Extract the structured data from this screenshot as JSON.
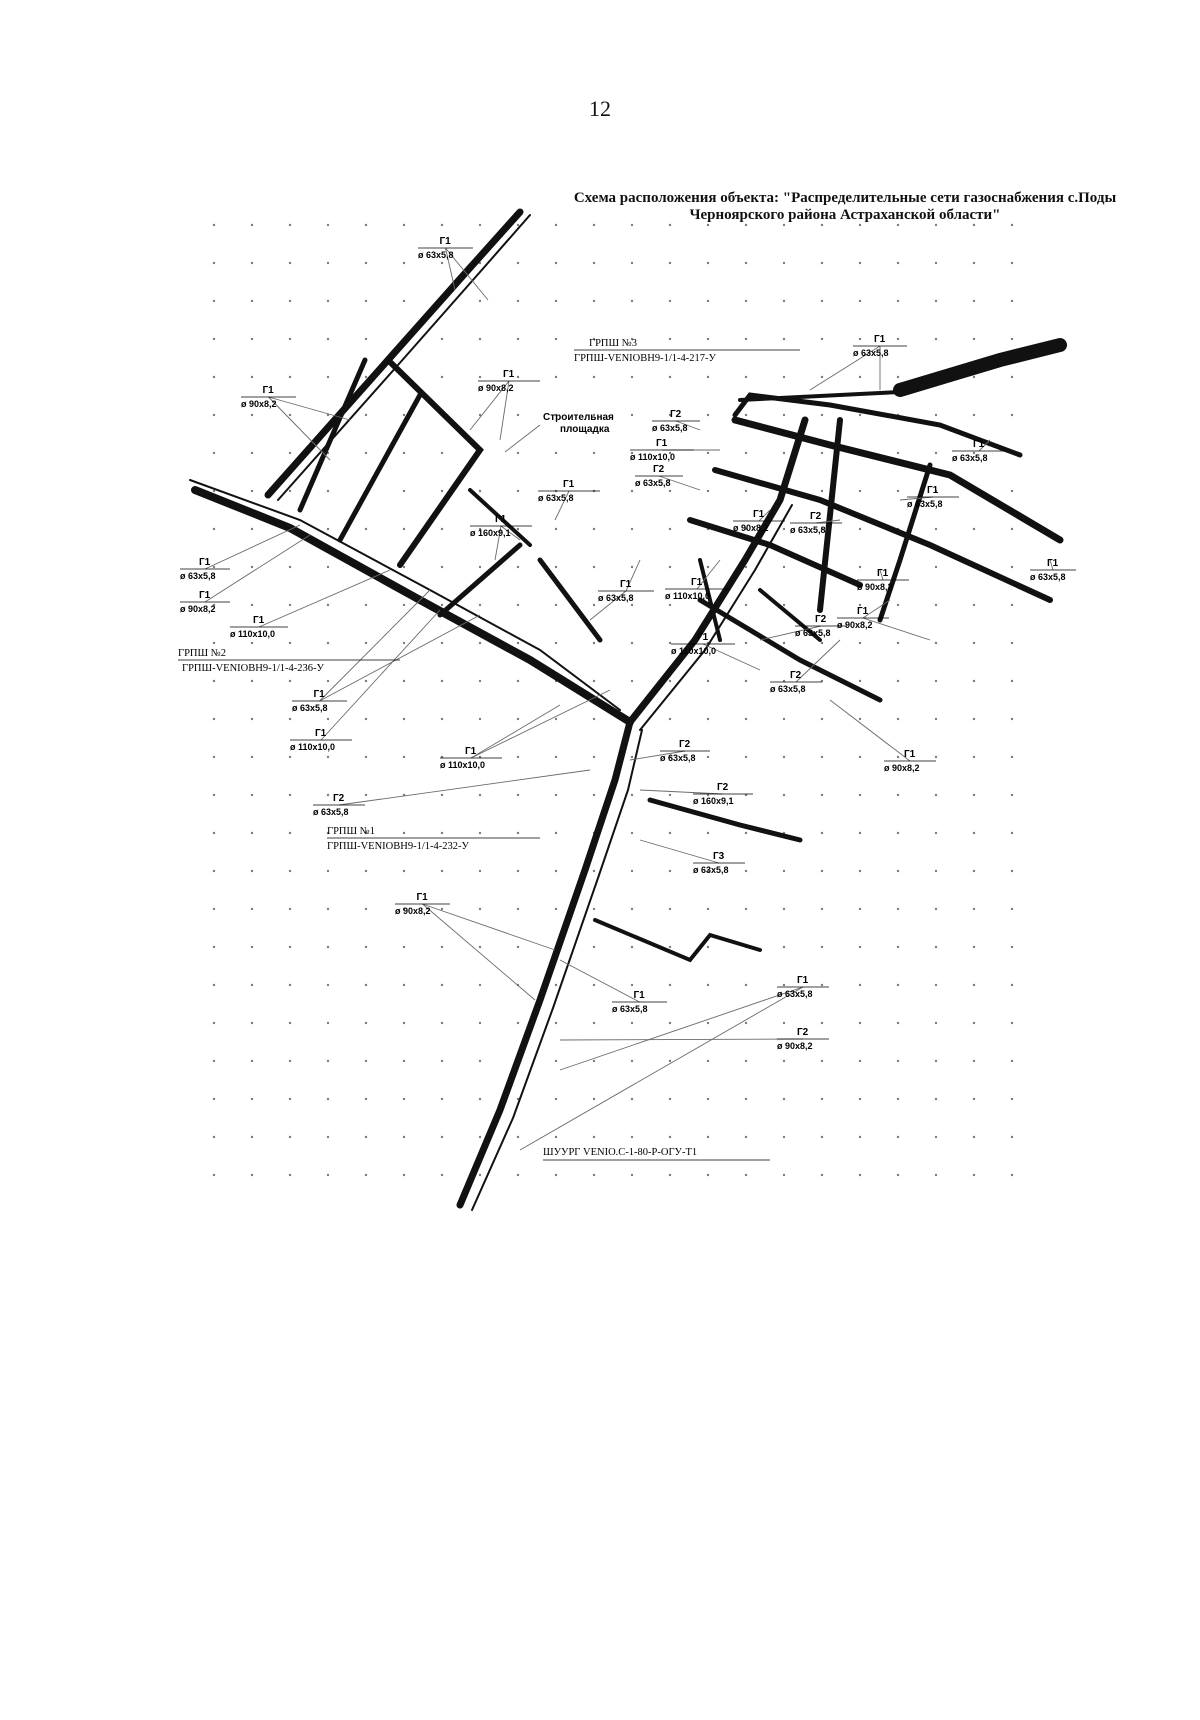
{
  "page_number": "12",
  "title": "Схема расположения объекта: \"Распределительные сети газоснабжения с.Поды Черноярского района Астраханской области\"",
  "colors": {
    "network": "#111111",
    "leader": "#6a6a6a",
    "grid_dot": "#7a7a7a"
  },
  "map": {
    "stations": [
      {
        "line1": "ГРПШ №3",
        "line2": "ГРПШ-VENIOBH9-1/1-4-217-У"
      },
      {
        "line1": "ГРПШ №2",
        "line2": "ГРПШ-VENIOBH9-1/1-4-236-У"
      },
      {
        "line1": "ГРПШ №1",
        "line2": "ГРПШ-VENIOBH9-1/1-4-232-У"
      },
      {
        "line1": "",
        "line2": "ШУУРГ VENIO.C-1-80-P-ОГУ-Т1"
      }
    ],
    "site_label": [
      "Строительная",
      "площадка"
    ],
    "pipe_labels": [
      {
        "code": "Г1",
        "dim": "ø 63х5,8"
      },
      {
        "code": "Г1",
        "dim": "ø 90х8,2"
      },
      {
        "code": "Г1",
        "dim": "ø 90х8,2"
      },
      {
        "code": "Г1",
        "dim": "ø 63х5,8"
      },
      {
        "code": "Г1",
        "dim": "ø 160х9,1"
      },
      {
        "code": "Г1",
        "dim": "ø 63х5,8"
      },
      {
        "code": "Г1",
        "dim": "ø 90х8,2"
      },
      {
        "code": "Г1",
        "dim": "ø 110х10,0"
      },
      {
        "code": "Г1",
        "dim": "ø 63х5,8"
      },
      {
        "code": "Г1",
        "dim": "ø 110х10,0"
      },
      {
        "code": "Г1",
        "dim": "ø 110х10,0"
      },
      {
        "code": "Г2",
        "dim": "ø 63х5,8"
      },
      {
        "code": "Г1",
        "dim": "ø 90х8,2"
      },
      {
        "code": "Г1",
        "dim": "ø 63х5,8"
      },
      {
        "code": "Г2",
        "dim": "ø 63х5,8"
      },
      {
        "code": "Г1",
        "dim": "ø 110х10,0"
      },
      {
        "code": "Г2",
        "dim": "ø 63х5,8"
      },
      {
        "code": "Г1",
        "dim": "ø 63х5,8"
      },
      {
        "code": "Г1",
        "dim": "ø 110х10,0"
      },
      {
        "code": "Г2",
        "dim": "ø 63х5,8"
      },
      {
        "code": "Г2",
        "dim": "ø 63х5,8"
      },
      {
        "code": "Г1",
        "dim": "ø 110х10,0"
      },
      {
        "code": "Г1",
        "dim": "ø 63х5,8"
      },
      {
        "code": "Г1",
        "dim": "ø 63х5,8"
      },
      {
        "code": "Г1",
        "dim": "ø 63х5,8"
      },
      {
        "code": "Г1",
        "dim": "ø 90х8,2"
      },
      {
        "code": "Г2",
        "dim": "ø 63х5,8"
      },
      {
        "code": "Г1",
        "dim": "ø 90х8,2"
      },
      {
        "code": "Г1",
        "dim": "ø 63х5,8"
      },
      {
        "code": "Г1",
        "dim": "ø 90х8,2"
      },
      {
        "code": "Г2",
        "dim": "ø 63х5,8"
      },
      {
        "code": "Г1",
        "dim": "ø 90х8,2"
      },
      {
        "code": "Г2",
        "dim": "ø 160х9,1"
      },
      {
        "code": "Г3",
        "dim": "ø 63х5,8"
      },
      {
        "code": "Г1",
        "dim": "ø 63х5,8"
      },
      {
        "code": "Г2",
        "dim": "ø 90х8,2"
      },
      {
        "code": "Г1",
        "dim": "ø 90х8,2"
      }
    ]
  }
}
